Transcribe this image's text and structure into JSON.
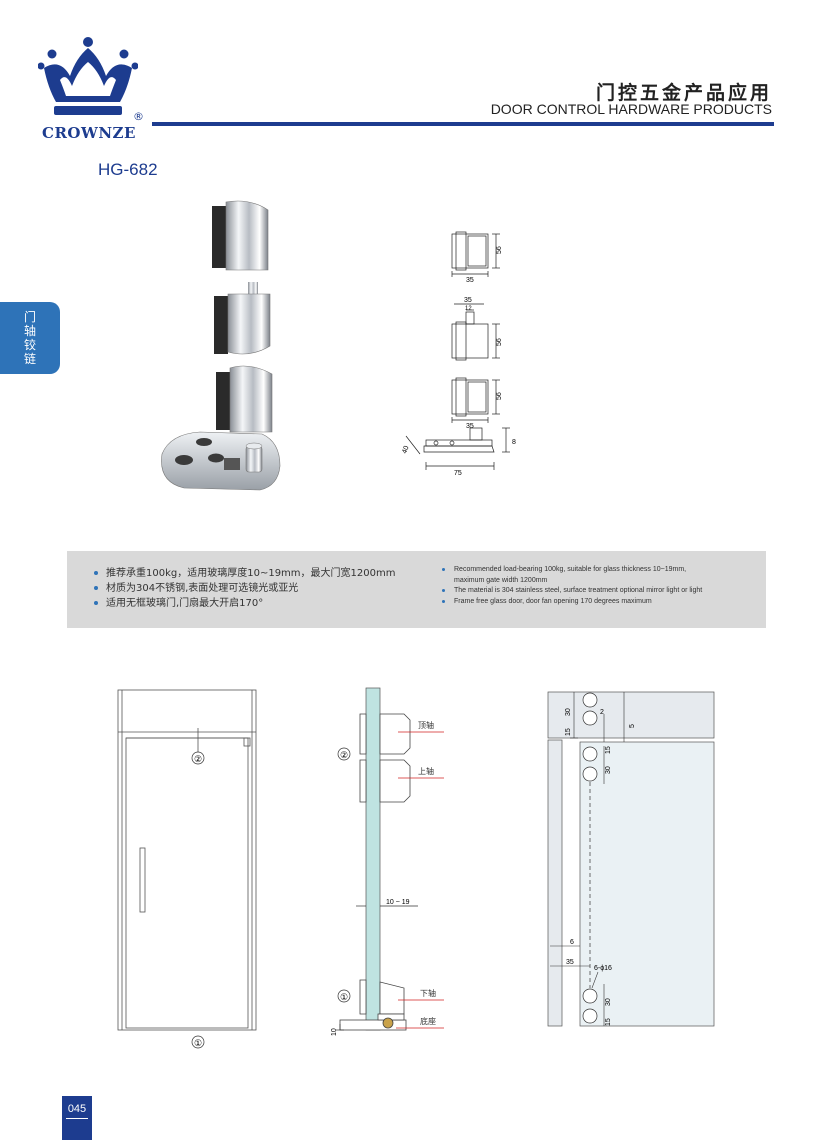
{
  "brand": {
    "name": "CROWNZE",
    "registered": "®"
  },
  "header": {
    "title_cn": "门控五金产品应用",
    "title_en": "DOOR CONTROL HARDWARE PRODUCTS"
  },
  "model": "HG-682",
  "side_tab": {
    "chars": [
      "门",
      "轴",
      "铰",
      "链"
    ]
  },
  "colors": {
    "brand_blue": "#1d3c8f",
    "tab_blue": "#2e73b8",
    "spec_bg": "#d9d9d9",
    "glass": "#bfe3e1",
    "dim_red": "#d22222"
  },
  "dimensions": {
    "top_pivot_height": "56",
    "top_pivot_width": "35",
    "upper_pivot_width": "35",
    "upper_pivot_pin": "12",
    "upper_pivot_height": "56",
    "lower_pivot_height": "56",
    "lower_pivot_width": "35",
    "base_length": "75",
    "base_height": "8",
    "base_width": "40"
  },
  "specs_cn": [
    "推荐承重100kg，适用玻璃厚度10~19mm，最大门宽1200mm",
    "材质为304不锈钢,表面处理可选镜光或亚光",
    "适用无框玻璃门,门扇最大开启170°"
  ],
  "specs_en": [
    [
      "Recommended load-bearing 100kg, suitable for glass thickness 10~19mm,",
      "maximum gate width 1200mm"
    ],
    [
      "The material is 304 stainless steel, surface treatment optional mirror light or light"
    ],
    [
      "Frame free glass door, door fan opening 170 degrees maximum"
    ]
  ],
  "diagram1": {
    "marker_top": "②",
    "marker_bottom": "①"
  },
  "diagram2": {
    "marker_top": "②",
    "marker_bottom": "①",
    "label_top_pivot": "顶轴",
    "label_upper_pivot": "上轴",
    "label_lower_pivot": "下轴",
    "label_base": "底座",
    "glass_thickness": "10 ~ 19",
    "base_height": "10"
  },
  "diagram3": {
    "dim_30_top": "30",
    "dim_15_top": "15",
    "dim_2": "2",
    "dim_5": "5",
    "dim_15_mid": "15",
    "dim_30_mid": "30",
    "dim_6": "6",
    "dim_35": "35",
    "holes": "6-ϕ16",
    "dim_30_bot": "30",
    "dim_15_bot": "15"
  },
  "page_number": "045"
}
